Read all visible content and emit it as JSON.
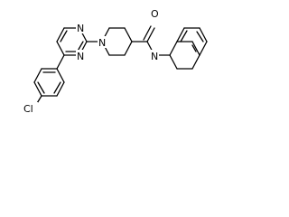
{
  "molecule": {
    "atoms": {
      "cl": "Cl",
      "n_pyrimidine_upper": "N",
      "n_pyrimidine_lower": "N",
      "n_piperidine": "N",
      "o_carbonyl": "O",
      "n_isoquinoline": "N"
    },
    "colors": {
      "bond": "#000000",
      "label": "#000000",
      "background": "#ffffff"
    }
  }
}
